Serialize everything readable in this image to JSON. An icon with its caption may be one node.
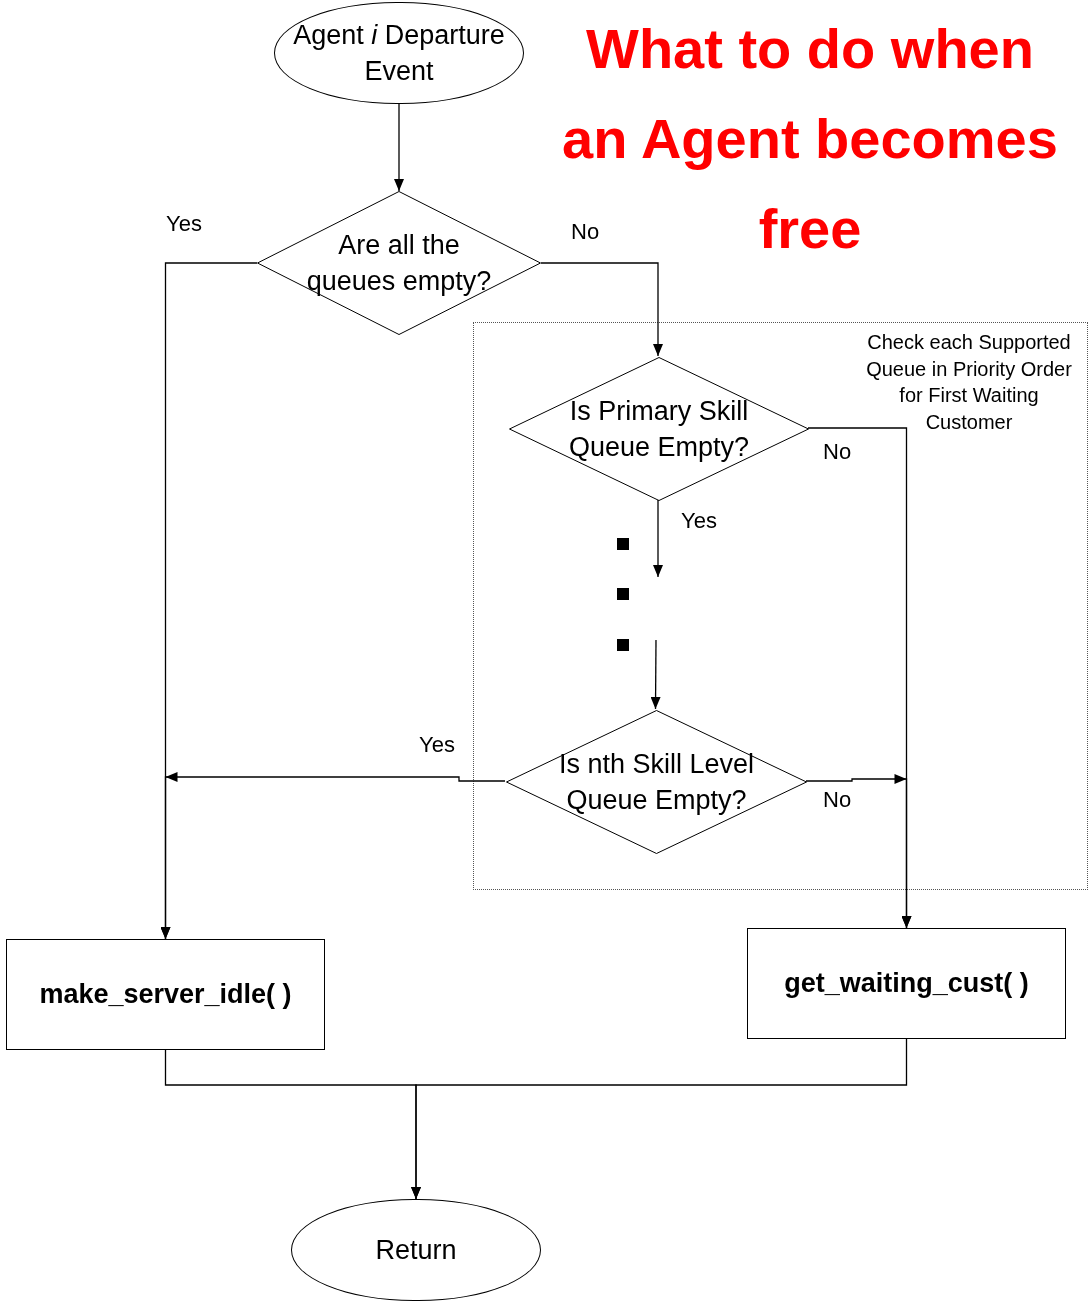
{
  "diagram": {
    "title": "What to do when an Agent becomes free",
    "nodes": [
      {
        "text": [
          "Agent *i* Departure Event"
        ]
      },
      {
        "text": [
          "Are all the queues empty?"
        ]
      },
      {
        "text": [
          "Check each Supported Queue in Priority Order for First Waiting Customer"
        ]
      },
      {
        "text": [
          "Is Primary Skill Queue Empty?"
        ],
        "in": 2
      },
      {
        "text": [
          "Is nth Skill Level Queue Empty?"
        ],
        "in": 2
      },
      {
        "text": [
          "make_server_idle( )"
        ]
      },
      {
        "text": [
          "get_waiting_cust( )"
        ]
      },
      {
        "text": [
          "Return"
        ]
      }
    ],
    "edges": [
      {
        "from": 0,
        "to": 1,
        "arrow": "to"
      },
      {
        "from": 1,
        "to": 5,
        "arrow": "to",
        "label": "Yes"
      },
      {
        "from": 1,
        "to": 3,
        "arrow": "to",
        "label": "No"
      },
      {
        "from": 3,
        "to": 6,
        "arrow": "to",
        "label": "No"
      },
      {
        "from": 3,
        "to": null,
        "arrow": "to",
        "label": "Yes"
      },
      {
        "from": null,
        "to": 4,
        "arrow": "to"
      },
      {
        "from": 4,
        "to": 5,
        "arrow": "to",
        "label": "Yes"
      },
      {
        "from": 4,
        "to": 6,
        "arrow": "to",
        "label": "No"
      },
      {
        "from": 5,
        "to": 7,
        "arrow": "to"
      },
      {
        "from": 6,
        "to": 7,
        "arrow": "to"
      }
    ]
  }
}
